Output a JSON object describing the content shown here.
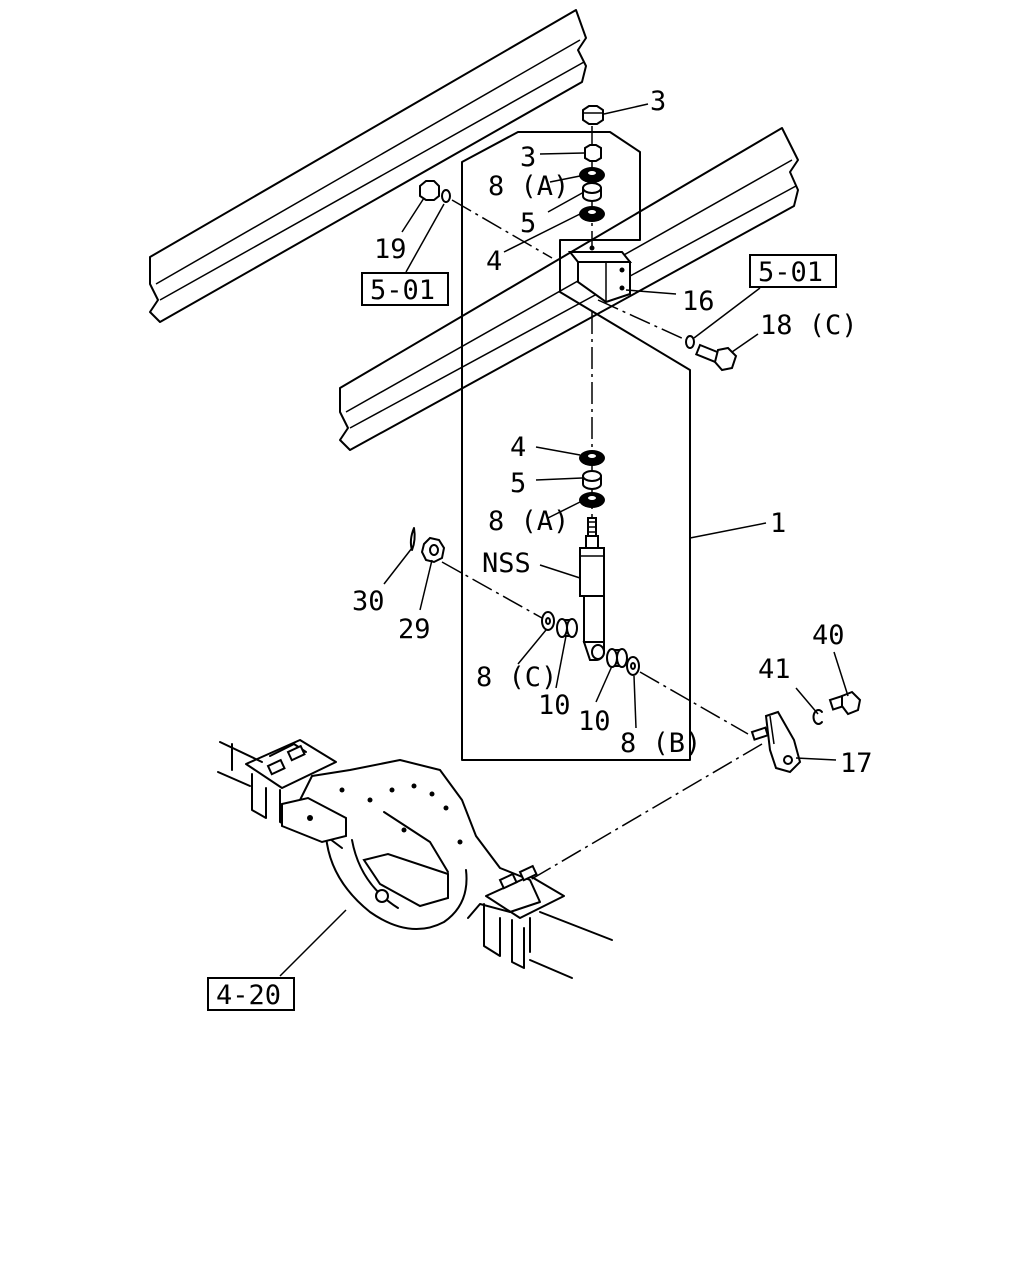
{
  "labels": {
    "p1": "1",
    "p3_top": "3",
    "p3_lower": "3",
    "p8a_top": "8 (A)",
    "p5_top": "5",
    "p4_top": "4",
    "p16": "16",
    "p19": "19",
    "p18c": "18 (C)",
    "p4_mid": "4",
    "p5_mid": "5",
    "p8a_mid": "8 (A)",
    "nss": "NSS",
    "p30": "30",
    "p29": "29",
    "p8c": "8 (C)",
    "p10_left": "10",
    "p10_right": "10",
    "p8b": "8 (B)",
    "p41": "41",
    "p40": "40",
    "p17": "17"
  },
  "refs": {
    "ref_left": "5-01",
    "ref_right": "5-01",
    "ref_axle": "4-20"
  }
}
